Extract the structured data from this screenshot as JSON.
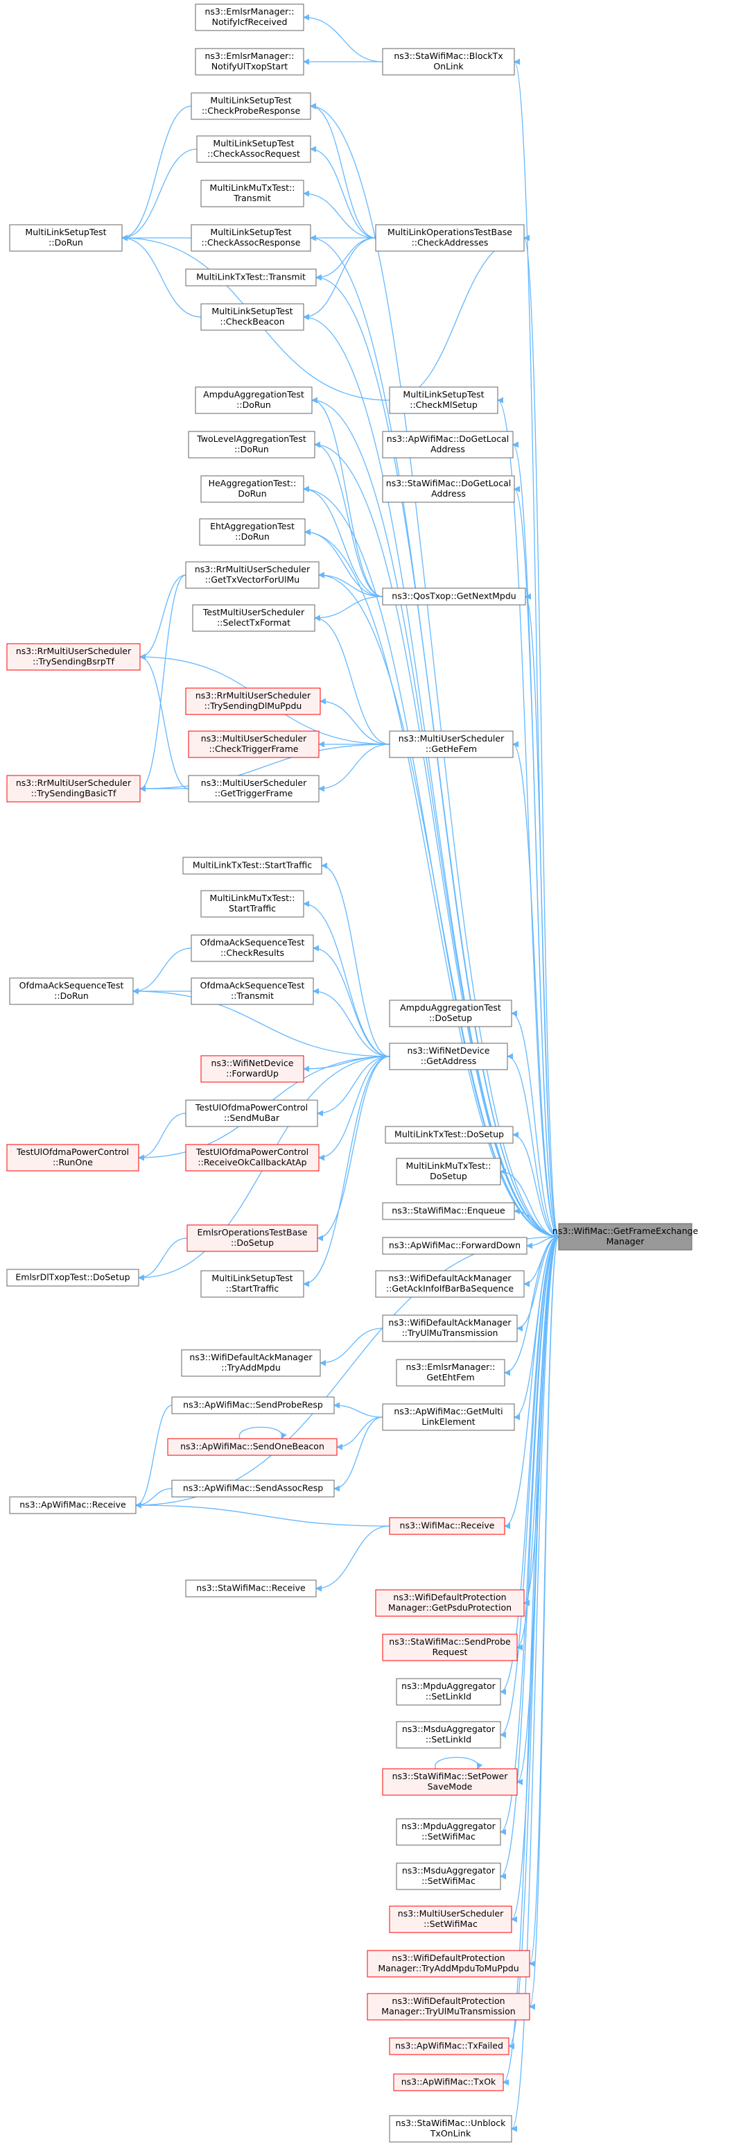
{
  "graph": {
    "title": "",
    "root_id": "root",
    "nodes": [
      {
        "id": "root",
        "lines": [
          "ns3::WifiMac::GetFrameExchange",
          "Manager"
        ],
        "kind": "root"
      },
      {
        "id": "emlsr_icf",
        "lines": [
          "ns3::EmlsrManager::",
          "NotifyIcfReceived"
        ],
        "kind": "normal"
      },
      {
        "id": "emlsr_ulx",
        "lines": [
          "ns3::EmlsrManager::",
          "NotifyUlTxopStart"
        ],
        "kind": "normal"
      },
      {
        "id": "sta_blocktx",
        "lines": [
          "ns3::StaWifiMac::BlockTx",
          "OnLink"
        ],
        "kind": "normal"
      },
      {
        "id": "mls_probe",
        "lines": [
          "MultiLinkSetupTest",
          "::CheckProbeResponse"
        ],
        "kind": "normal"
      },
      {
        "id": "mls_assocreq",
        "lines": [
          "MultiLinkSetupTest",
          "::CheckAssocRequest"
        ],
        "kind": "normal"
      },
      {
        "id": "mlmu_transmit",
        "lines": [
          "MultiLinkMuTxTest::",
          "Transmit"
        ],
        "kind": "normal"
      },
      {
        "id": "mlo_check",
        "lines": [
          "MultiLinkOperationsTestBase",
          "::CheckAddresses"
        ],
        "kind": "normal"
      },
      {
        "id": "mls_dorun",
        "lines": [
          "MultiLinkSetupTest",
          "::DoRun"
        ],
        "kind": "normal"
      },
      {
        "id": "mls_assocresp",
        "lines": [
          "MultiLinkSetupTest",
          "::CheckAssocResponse"
        ],
        "kind": "normal"
      },
      {
        "id": "mltx_transmit",
        "lines": [
          "MultiLinkTxTest::Transmit"
        ],
        "kind": "normal"
      },
      {
        "id": "mls_beacon",
        "lines": [
          "MultiLinkSetupTest",
          "::CheckBeacon"
        ],
        "kind": "normal"
      },
      {
        "id": "mls_mlsetup",
        "lines": [
          "MultiLinkSetupTest",
          "::CheckMlSetup"
        ],
        "kind": "normal"
      },
      {
        "id": "ampdu_dorun",
        "lines": [
          "AmpduAggregationTest",
          "::DoRun"
        ],
        "kind": "normal"
      },
      {
        "id": "ap_getlocal",
        "lines": [
          "ns3::ApWifiMac::DoGetLocal",
          "Address"
        ],
        "kind": "normal"
      },
      {
        "id": "twolevel_dorun",
        "lines": [
          "TwoLevelAggregationTest",
          "::DoRun"
        ],
        "kind": "normal"
      },
      {
        "id": "sta_getlocal",
        "lines": [
          "ns3::StaWifiMac::DoGetLocal",
          "Address"
        ],
        "kind": "normal"
      },
      {
        "id": "he_dorun",
        "lines": [
          "HeAggregationTest::",
          "DoRun"
        ],
        "kind": "normal"
      },
      {
        "id": "eht_dorun",
        "lines": [
          "EhtAggregationTest",
          "::DoRun"
        ],
        "kind": "normal"
      },
      {
        "id": "rr_gettx",
        "lines": [
          "ns3::RrMultiUserScheduler",
          "::GetTxVectorForUlMu"
        ],
        "kind": "normal"
      },
      {
        "id": "qos_next",
        "lines": [
          "ns3::QosTxop::GetNextMpdu"
        ],
        "kind": "normal"
      },
      {
        "id": "rr_bsrp",
        "lines": [
          "ns3::RrMultiUserScheduler",
          "::TrySendingBsrpTf"
        ],
        "kind": "trunc"
      },
      {
        "id": "tmu_select",
        "lines": [
          "TestMultiUserScheduler",
          "::SelectTxFormat"
        ],
        "kind": "normal"
      },
      {
        "id": "rr_dlmu",
        "lines": [
          "ns3::RrMultiUserScheduler",
          "::TrySendingDlMuPpdu"
        ],
        "kind": "trunc"
      },
      {
        "id": "mus_checktf",
        "lines": [
          "ns3::MultiUserScheduler",
          "::CheckTriggerFrame"
        ],
        "kind": "trunc"
      },
      {
        "id": "mus_gethe",
        "lines": [
          "ns3::MultiUserScheduler",
          "::GetHeFem"
        ],
        "kind": "normal"
      },
      {
        "id": "rr_basic",
        "lines": [
          "ns3::RrMultiUserScheduler",
          "::TrySendingBasicTf"
        ],
        "kind": "trunc"
      },
      {
        "id": "mus_gettf",
        "lines": [
          "ns3::MultiUserScheduler",
          "::GetTriggerFrame"
        ],
        "kind": "normal"
      },
      {
        "id": "mltx_start",
        "lines": [
          "MultiLinkTxTest::StartTraffic"
        ],
        "kind": "normal"
      },
      {
        "id": "mlmu_start",
        "lines": [
          "MultiLinkMuTxTest::",
          "StartTraffic"
        ],
        "kind": "normal"
      },
      {
        "id": "ofdma_check",
        "lines": [
          "OfdmaAckSequenceTest",
          "::CheckResults"
        ],
        "kind": "normal"
      },
      {
        "id": "ofdma_dorun",
        "lines": [
          "OfdmaAckSequenceTest",
          "::DoRun"
        ],
        "kind": "normal"
      },
      {
        "id": "ofdma_transmit",
        "lines": [
          "OfdmaAckSequenceTest",
          "::Transmit"
        ],
        "kind": "normal"
      },
      {
        "id": "ampdu_setup",
        "lines": [
          "AmpduAggregationTest",
          "::DoSetup"
        ],
        "kind": "normal"
      },
      {
        "id": "wnd_getaddr",
        "lines": [
          "ns3::WifiNetDevice",
          "::GetAddress"
        ],
        "kind": "normal"
      },
      {
        "id": "wnd_fwd",
        "lines": [
          "ns3::WifiNetDevice",
          "::ForwardUp"
        ],
        "kind": "trunc"
      },
      {
        "id": "tpc_sendmubar",
        "lines": [
          "TestUlOfdmaPowerControl",
          "::SendMuBar"
        ],
        "kind": "normal"
      },
      {
        "id": "tpc_runone",
        "lines": [
          "TestUlOfdmaPowerControl",
          "::RunOne"
        ],
        "kind": "trunc"
      },
      {
        "id": "tpc_recv",
        "lines": [
          "TestUlOfdmaPowerControl",
          "::ReceiveOkCallbackAtAp"
        ],
        "kind": "trunc"
      },
      {
        "id": "mltx_setup",
        "lines": [
          "MultiLinkTxTest::DoSetup"
        ],
        "kind": "normal"
      },
      {
        "id": "mlmu_setup",
        "lines": [
          "MultiLinkMuTxTest::",
          "DoSetup"
        ],
        "kind": "normal"
      },
      {
        "id": "sta_enqueue",
        "lines": [
          "ns3::StaWifiMac::Enqueue"
        ],
        "kind": "normal"
      },
      {
        "id": "emlsr_base_setup",
        "lines": [
          "EmlsrOperationsTestBase",
          "::DoSetup"
        ],
        "kind": "trunc"
      },
      {
        "id": "ap_fwddown",
        "lines": [
          "ns3::ApWifiMac::ForwardDown"
        ],
        "kind": "normal"
      },
      {
        "id": "emlsr_dl_setup",
        "lines": [
          "EmlsrDlTxopTest::DoSetup"
        ],
        "kind": "normal"
      },
      {
        "id": "mls_start",
        "lines": [
          "MultiLinkSetupTest",
          "::StartTraffic"
        ],
        "kind": "normal"
      },
      {
        "id": "wdam_getack",
        "lines": [
          "ns3::WifiDefaultAckManager",
          "::GetAckInfoIfBarBaSequence"
        ],
        "kind": "normal"
      },
      {
        "id": "wdam_tryul",
        "lines": [
          "ns3::WifiDefaultAckManager",
          "::TryUlMuTransmission"
        ],
        "kind": "normal"
      },
      {
        "id": "wdam_tryadd",
        "lines": [
          "ns3::WifiDefaultAckManager",
          "::TryAddMpdu"
        ],
        "kind": "normal"
      },
      {
        "id": "emlsr_geteht",
        "lines": [
          "ns3::EmlsrManager::",
          "GetEhtFem"
        ],
        "kind": "normal"
      },
      {
        "id": "ap_sendprobe",
        "lines": [
          "ns3::ApWifiMac::SendProbeResp"
        ],
        "kind": "normal"
      },
      {
        "id": "ap_getmulti",
        "lines": [
          "ns3::ApWifiMac::GetMulti",
          "LinkElement"
        ],
        "kind": "normal"
      },
      {
        "id": "ap_sendbeacon",
        "lines": [
          "ns3::ApWifiMac::SendOneBeacon"
        ],
        "kind": "trunc"
      },
      {
        "id": "ap_sendassoc",
        "lines": [
          "ns3::ApWifiMac::SendAssocResp"
        ],
        "kind": "normal"
      },
      {
        "id": "ap_receive",
        "lines": [
          "ns3::ApWifiMac::Receive"
        ],
        "kind": "normal"
      },
      {
        "id": "wm_receive",
        "lines": [
          "ns3::WifiMac::Receive"
        ],
        "kind": "trunc"
      },
      {
        "id": "sta_receive",
        "lines": [
          "ns3::StaWifiMac::Receive"
        ],
        "kind": "normal"
      },
      {
        "id": "wdp_getpsdu",
        "lines": [
          "ns3::WifiDefaultProtection",
          "Manager::GetPsduProtection"
        ],
        "kind": "trunc"
      },
      {
        "id": "sta_sendprobe",
        "lines": [
          "ns3::StaWifiMac::SendProbe",
          "Request"
        ],
        "kind": "trunc"
      },
      {
        "id": "mpdu_setlink",
        "lines": [
          "ns3::MpduAggregator",
          "::SetLinkId"
        ],
        "kind": "normal"
      },
      {
        "id": "msdu_setlink",
        "lines": [
          "ns3::MsduAggregator",
          "::SetLinkId"
        ],
        "kind": "normal"
      },
      {
        "id": "sta_setpower",
        "lines": [
          "ns3::StaWifiMac::SetPower",
          "SaveMode"
        ],
        "kind": "trunc"
      },
      {
        "id": "mpdu_setmac",
        "lines": [
          "ns3::MpduAggregator",
          "::SetWifiMac"
        ],
        "kind": "normal"
      },
      {
        "id": "msdu_setmac",
        "lines": [
          "ns3::MsduAggregator",
          "::SetWifiMac"
        ],
        "kind": "normal"
      },
      {
        "id": "mus_setmac",
        "lines": [
          "ns3::MultiUserScheduler",
          "::SetWifiMac"
        ],
        "kind": "trunc"
      },
      {
        "id": "wdp_tryadd",
        "lines": [
          "ns3::WifiDefaultProtection",
          "Manager::TryAddMpduToMuPpdu"
        ],
        "kind": "trunc"
      },
      {
        "id": "wdp_tryul",
        "lines": [
          "ns3::WifiDefaultProtection",
          "Manager::TryUlMuTransmission"
        ],
        "kind": "trunc"
      },
      {
        "id": "ap_txfailed",
        "lines": [
          "ns3::ApWifiMac::TxFailed"
        ],
        "kind": "trunc"
      },
      {
        "id": "ap_txok",
        "lines": [
          "ns3::ApWifiMac::TxOk"
        ],
        "kind": "trunc"
      },
      {
        "id": "sta_unblock",
        "lines": [
          "ns3::StaWifiMac::Unblock",
          "TxOnLink"
        ],
        "kind": "normal"
      }
    ],
    "edges": [
      [
        "emlsr_icf",
        "sta_blocktx"
      ],
      [
        "emlsr_ulx",
        "sta_blocktx"
      ],
      [
        "sta_blocktx",
        "root"
      ],
      [
        "mls_probe",
        "mlo_check"
      ],
      [
        "mls_probe",
        "root"
      ],
      [
        "mls_assocreq",
        "mlo_check"
      ],
      [
        "mlmu_transmit",
        "mlo_check"
      ],
      [
        "mls_assocresp",
        "mlo_check"
      ],
      [
        "mltx_transmit",
        "mlo_check"
      ],
      [
        "mls_beacon",
        "mlo_check"
      ],
      [
        "mls_mlsetup",
        "mlo_check"
      ],
      [
        "mlo_check",
        "root"
      ],
      [
        "mls_dorun",
        "mls_probe"
      ],
      [
        "mls_dorun",
        "mls_assocreq"
      ],
      [
        "mls_dorun",
        "mls_assocresp"
      ],
      [
        "mls_dorun",
        "mls_beacon"
      ],
      [
        "mls_dorun",
        "mls_mlsetup"
      ],
      [
        "mls_assocresp",
        "root"
      ],
      [
        "mltx_transmit",
        "root"
      ],
      [
        "mls_beacon",
        "root"
      ],
      [
        "mls_mlsetup",
        "root"
      ],
      [
        "ampdu_dorun",
        "qos_next"
      ],
      [
        "ampdu_dorun",
        "root"
      ],
      [
        "ap_getlocal",
        "root"
      ],
      [
        "sta_getlocal",
        "root"
      ],
      [
        "twolevel_dorun",
        "qos_next"
      ],
      [
        "twolevel_dorun",
        "root"
      ],
      [
        "he_dorun",
        "qos_next"
      ],
      [
        "he_dorun",
        "root"
      ],
      [
        "eht_dorun",
        "qos_next"
      ],
      [
        "eht_dorun",
        "root"
      ],
      [
        "rr_gettx",
        "qos_next"
      ],
      [
        "rr_gettx",
        "root"
      ],
      [
        "tmu_select",
        "qos_next"
      ],
      [
        "qos_next",
        "root"
      ],
      [
        "rr_bsrp",
        "rr_gettx"
      ],
      [
        "rr_bsrp",
        "mus_gettf"
      ],
      [
        "rr_bsrp",
        "mus_gethe"
      ],
      [
        "rr_basic",
        "rr_gettx"
      ],
      [
        "rr_basic",
        "mus_gettf"
      ],
      [
        "rr_basic",
        "mus_gethe"
      ],
      [
        "tmu_select",
        "mus_gethe"
      ],
      [
        "rr_dlmu",
        "mus_gethe"
      ],
      [
        "mus_checktf",
        "mus_gethe"
      ],
      [
        "mus_gettf",
        "mus_gethe"
      ],
      [
        "mus_gethe",
        "root"
      ],
      [
        "mltx_start",
        "wnd_getaddr"
      ],
      [
        "mlmu_start",
        "wnd_getaddr"
      ],
      [
        "ofdma_dorun",
        "ofdma_check"
      ],
      [
        "ofdma_dorun",
        "ofdma_transmit"
      ],
      [
        "ofdma_dorun",
        "wnd_getaddr"
      ],
      [
        "ofdma_check",
        "wnd_getaddr"
      ],
      [
        "ofdma_transmit",
        "wnd_getaddr"
      ],
      [
        "wnd_fwd",
        "wnd_getaddr"
      ],
      [
        "tpc_runone",
        "tpc_sendmubar"
      ],
      [
        "tpc_runone",
        "wnd_getaddr"
      ],
      [
        "tpc_sendmubar",
        "wnd_getaddr"
      ],
      [
        "tpc_recv",
        "wnd_getaddr"
      ],
      [
        "emlsr_dl_setup",
        "emlsr_base_setup"
      ],
      [
        "emlsr_dl_setup",
        "wnd_getaddr"
      ],
      [
        "emlsr_base_setup",
        "wnd_getaddr"
      ],
      [
        "mls_start",
        "wnd_getaddr"
      ],
      [
        "ampdu_setup",
        "root"
      ],
      [
        "wnd_getaddr",
        "root"
      ],
      [
        "mltx_setup",
        "root"
      ],
      [
        "mlmu_setup",
        "root"
      ],
      [
        "sta_enqueue",
        "root"
      ],
      [
        "ap_fwddown",
        "root"
      ],
      [
        "wdam_getack",
        "root"
      ],
      [
        "wdam_tryul",
        "root"
      ],
      [
        "wdam_tryadd",
        "wdam_tryul"
      ],
      [
        "emlsr_geteht",
        "root"
      ],
      [
        "ap_sendprobe",
        "ap_getmulti"
      ],
      [
        "ap_sendbeacon",
        "ap_getmulti"
      ],
      [
        "ap_sendassoc",
        "ap_getmulti"
      ],
      [
        "ap_getmulti",
        "root"
      ],
      [
        "ap_sendbeacon",
        "ap_sendbeacon"
      ],
      [
        "ap_receive",
        "ap_sendprobe"
      ],
      [
        "ap_receive",
        "ap_sendassoc"
      ],
      [
        "ap_receive",
        "root"
      ],
      [
        "ap_receive",
        "wm_receive"
      ],
      [
        "sta_receive",
        "wm_receive"
      ],
      [
        "wm_receive",
        "root"
      ],
      [
        "wdp_getpsdu",
        "root"
      ],
      [
        "sta_sendprobe",
        "root"
      ],
      [
        "mpdu_setlink",
        "root"
      ],
      [
        "msdu_setlink",
        "root"
      ],
      [
        "sta_setpower",
        "root"
      ],
      [
        "sta_setpower",
        "sta_setpower"
      ],
      [
        "mpdu_setmac",
        "root"
      ],
      [
        "msdu_setmac",
        "root"
      ],
      [
        "mus_setmac",
        "root"
      ],
      [
        "wdp_tryadd",
        "root"
      ],
      [
        "wdp_tryul",
        "root"
      ],
      [
        "ap_txfailed",
        "root"
      ],
      [
        "ap_txok",
        "root"
      ],
      [
        "sta_unblock",
        "root"
      ]
    ]
  }
}
